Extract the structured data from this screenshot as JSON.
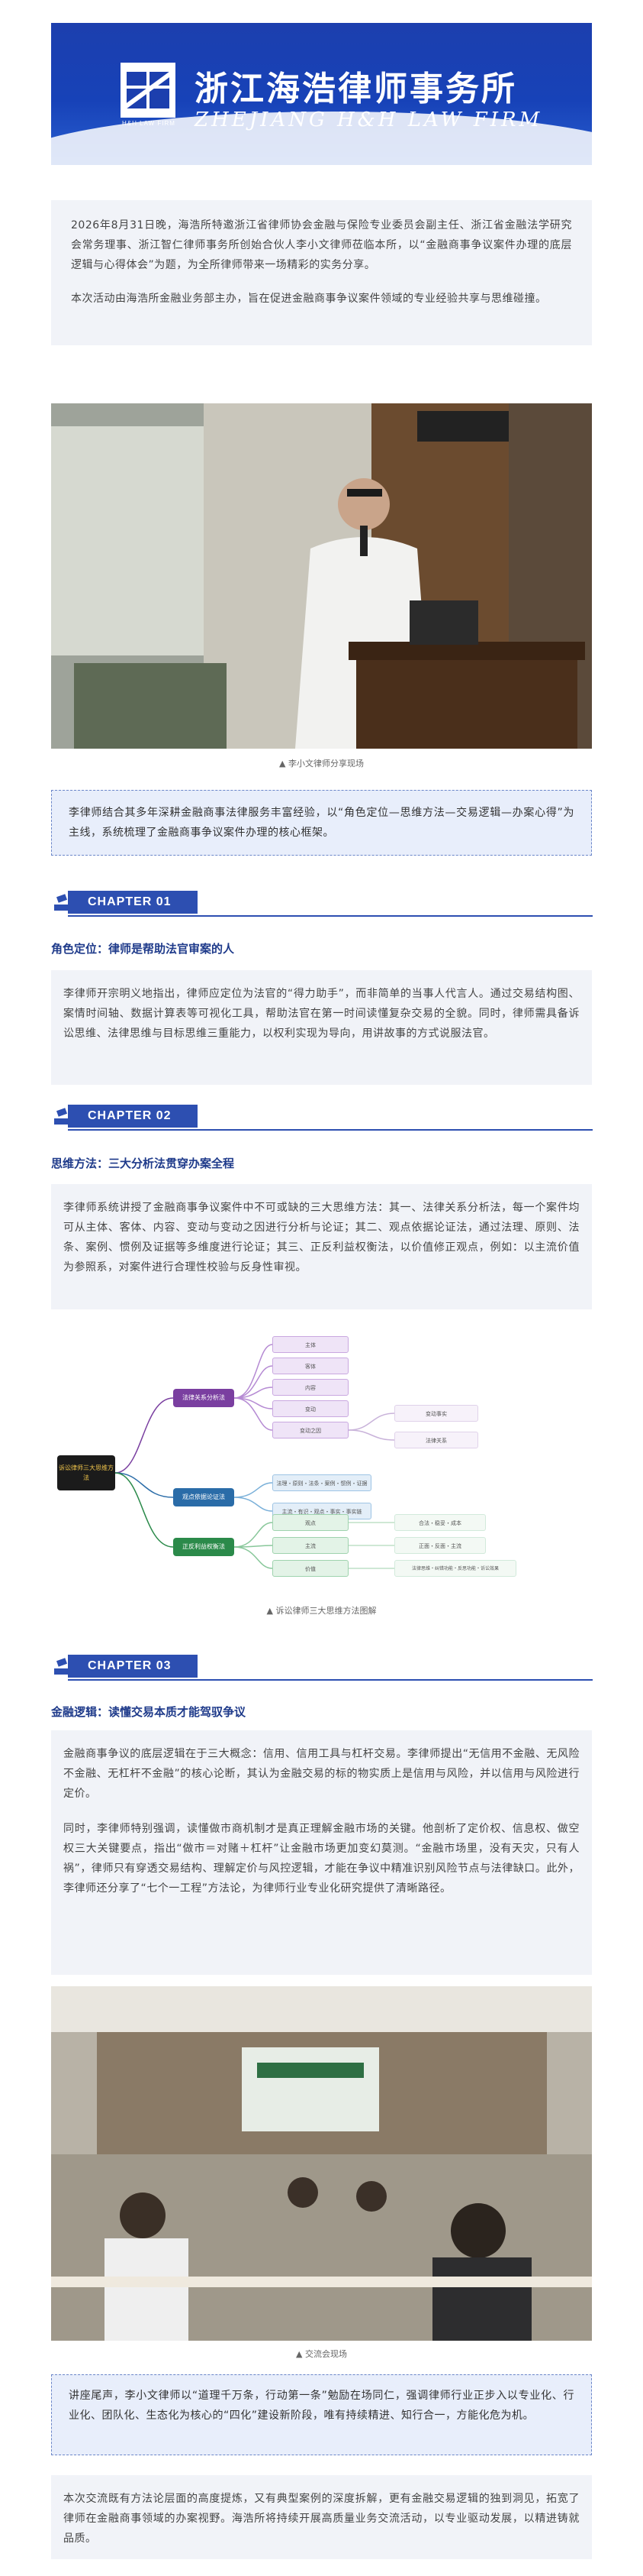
{
  "banner": {
    "firm_cn": "浙江海浩律师事务所",
    "firm_en": "ZHEJIANG H&H LAW FIRM",
    "logo_sub": "H&H LAW FIRM"
  },
  "intro": {
    "p1": "2026年8月31日晚，海浩所特邀浙江省律师协会金融与保险专业委员会副主任、浙江省金融法学研究会常务理事、浙江智仁律师事务所创始合伙人李小文律师莅临本所，以“金融商事争议案件办理的底层逻辑与心得体会”为题，为全所律师带来一场精彩的实务分享。",
    "p2": "本次活动由海浩所金融业务部主办，旨在促进金融商事争议案件领域的专业经验共享与思维碰撞。"
  },
  "photo1_caption": "▲ 李小文律师分享现场",
  "quote1": "李律师结合其多年深耕金融商事法律服务丰富经验，以“角色定位—思维方法—交易逻辑—办案心得”为主线，系统梳理了金融商事争议案件办理的核心框架。",
  "chapter1": {
    "label": "CHAPTER 01",
    "title": "角色定位：律师是帮助法官审案的人",
    "body": "李律师开宗明义地指出，律师应定位为法官的“得力助手”，而非简单的当事人代言人。通过交易结构图、案情时间轴、数据计算表等可视化工具，帮助法官在第一时间读懂复杂交易的全貌。同时，律师需具备诉讼思维、法律思维与目标思维三重能力，以权利实现为导向，用讲故事的方式说服法官。"
  },
  "chapter2": {
    "label": "CHAPTER 02",
    "title": "思维方法：三大分析法贯穿办案全程",
    "body": "李律师系统讲授了金融商事争议案件中不可或缺的三大思维方法：其一、法律关系分析法，每一个案件均可从主体、客体、内容、变动与变动之因进行分析与论证；其二、观点依据论证法，通过法理、原则、法条、案例、惯例及证据等多维度进行论证；其三、正反利益权衡法，以价值修正观点，例如：以主流价值为参照系，对案件进行合理性校验与反身性审视。",
    "mindmap": {
      "root": "诉讼律师三大思维方法",
      "branches": [
        "法律关系分析法",
        "观点依据论证法",
        "正反利益权衡法"
      ],
      "leaves_a": [
        "主体",
        "客体",
        "内容",
        "变动",
        "变动之因"
      ],
      "leaves_a_ext": [
        "变动事实",
        "法律关系"
      ],
      "leaves_b": [
        "法理・原则・法条・案例・惯例・证据",
        "主流・有识・观点・事实・事实链"
      ],
      "leaves_c": [
        "观点",
        "主流",
        "价值"
      ],
      "leaves_c_ext": [
        "合法・稳妥・成本",
        "正面・反面・主流",
        "法律思维・纠错功能・反思功能・诉讼效果"
      ]
    },
    "caption": "▲ 诉讼律师三大思维方法图解"
  },
  "chapter3": {
    "label": "CHAPTER 03",
    "title": "金融逻辑：读懂交易本质才能驾驭争议",
    "body1": "金融商事争议的底层逻辑在于三大概念：信用、信用工具与杠杆交易。李律师提出“无信用不金融、无风险不金融、无杠杆不金融”的核心论断，其认为金融交易的标的物实质上是信用与风险，并以信用与风险进行定价。",
    "body2": "同时，李律师特别强调，读懂做市商机制才是真正理解金融市场的关键。他剖析了定价权、信息权、做空权三大关键要点，指出“做市＝对赌＋杠杆”让金融市场更加变幻莫测。“金融市场里，没有天灾，只有人祸”，律师只有穿透交易结构、理解定价与风控逻辑，才能在争议中精准识别风险节点与法律缺口。此外，李律师还分享了“七个一工程”方法论，为律师行业专业化研究提供了清晰路径。"
  },
  "photo2_caption": "▲ 交流会现场",
  "quote2": "讲座尾声，李小文律师以“道理千万条，行动第一条”勉励在场同仁，强调律师行业正步入以专业化、行业化、团队化、生态化为核心的“四化”建设新阶段，唯有持续精进、知行合一，方能化危为机。",
  "closing": "本次交流既有方法论层面的高度提炼，又有典型案例的深度拆解，更有金融交易逻辑的独到洞见，拓宽了律师在金融商事领域的办案视野。海浩所将持续开展高质量业务交流活动，以专业驱动发展，以精进铸就品质。",
  "colors": {
    "brand": "#2d4fb1",
    "quote_bg": "#e8eefb",
    "box_bg": "#f1f3f8",
    "title": "#1e3a8a"
  }
}
